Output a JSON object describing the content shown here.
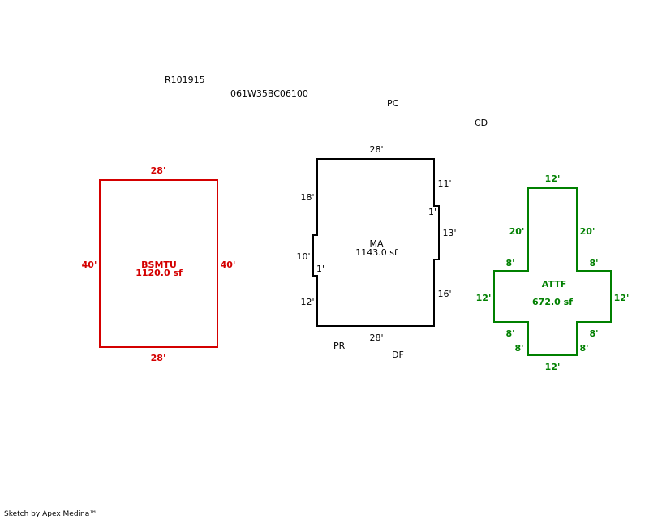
{
  "header": {
    "record_id": "R101915",
    "parcel_id": "061W35BC06100"
  },
  "codes": {
    "pc": "PC",
    "cd": "CD",
    "pr": "PR",
    "df": "DF"
  },
  "bsmtu": {
    "name": "BSMTU",
    "area": "1120.0 sf",
    "color": "#d40000",
    "top": "28'",
    "bottom": "28'",
    "left": "40'",
    "right": "40'"
  },
  "ma": {
    "name": "MA",
    "area": "1143.0 sf",
    "color": "#000000",
    "top": "28'",
    "bottom": "28'",
    "left_top": "18'",
    "left_mid": "10'",
    "left_jog": "1'",
    "left_bottom": "12'",
    "right_top": "11'",
    "right_jog": "1'",
    "right_mid": "13'",
    "right_bottom": "16'"
  },
  "attf": {
    "name": "ATTF",
    "area": "672.0 sf",
    "color": "#008000",
    "top": "12'",
    "upper_left": "20'",
    "upper_right": "20'",
    "arm_top_left": "8'",
    "arm_top_right": "8'",
    "side_left": "12'",
    "side_right": "12'",
    "arm_bottom_left": "8'",
    "arm_bottom_right": "8'",
    "lower_left": "8'",
    "lower_right": "8'",
    "bottom": "12'"
  },
  "footer": {
    "credit": "Sketch by Apex Medina™"
  }
}
